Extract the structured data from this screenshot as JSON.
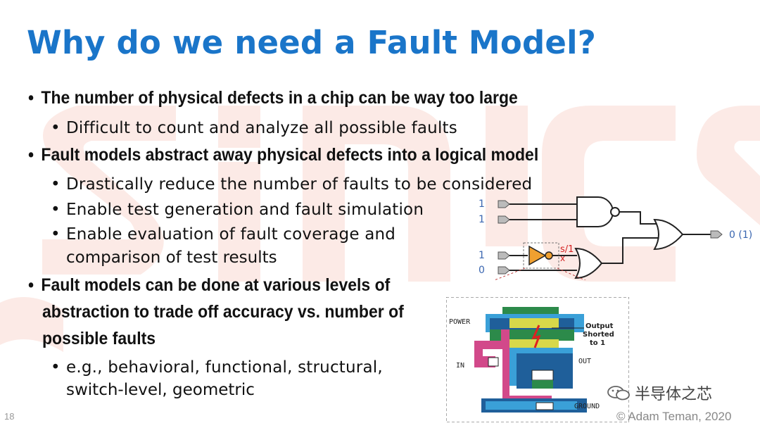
{
  "slide": {
    "title": "Why do we need a Fault Model?",
    "page_number": "18",
    "copyright": "© Adam Teman, 2020",
    "wechat_caption": "半导体之芯"
  },
  "bullets": [
    {
      "level": 1,
      "lines": [
        "The number of physical defects in a chip can be way too large"
      ]
    },
    {
      "level": 2,
      "lines": [
        "Difficult to count and analyze all possible faults"
      ]
    },
    {
      "level": 1,
      "lines": [
        "Fault models abstract away physical defects into a logical model"
      ]
    },
    {
      "level": 2,
      "lines": [
        "Drastically reduce the number of faults to be considered"
      ]
    },
    {
      "level": 2,
      "lines": [
        "Enable test generation and fault simulation"
      ]
    },
    {
      "level": 2,
      "lines": [
        "Enable evaluation of fault coverage and",
        "comparison of test results"
      ]
    },
    {
      "level": 1,
      "lines": [
        "Fault models can be done at various levels of",
        "abstraction to trade off accuracy vs. number of",
        "possible faults"
      ]
    },
    {
      "level": 2,
      "lines": [
        "e.g., behavioral, functional, structural,",
        "switch-level, geometric"
      ]
    }
  ],
  "circuit": {
    "inputs": [
      "1",
      "1",
      "1",
      "0"
    ],
    "fault_label": "s/1",
    "fault_mark": "x",
    "output": "0 (1)"
  },
  "layout": {
    "power_label": "POWER",
    "in_label": "IN",
    "out_label": "OUT",
    "ground_label": "GROUND",
    "annotation_lines": [
      "Output",
      "Shorted",
      "to 1"
    ]
  },
  "colors": {
    "title": "#1a75c9",
    "watermark": "#fbe3de",
    "inverter_fill": "#f0a030",
    "fault_text": "#d42020",
    "circuit_label": "#3a66b0"
  }
}
